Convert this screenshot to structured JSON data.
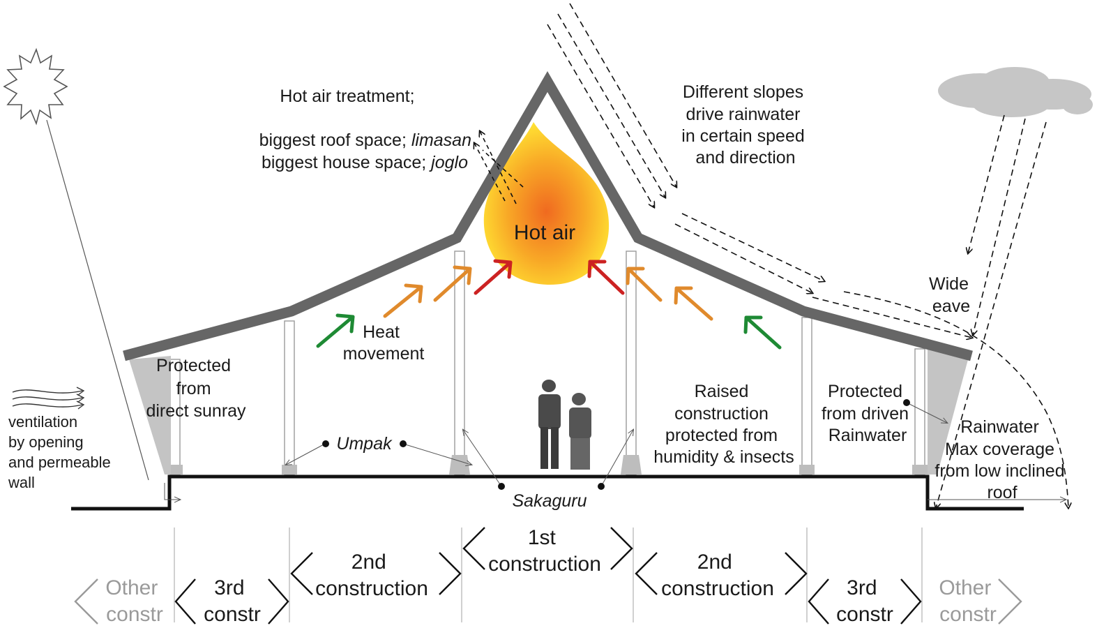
{
  "labels": {
    "hot_air_treatment": "Hot air treatment;",
    "roof_space_prefix": "biggest roof space; ",
    "roof_space_term": "limasan",
    "house_space_prefix": "biggest house space; ",
    "house_space_term": "joglo",
    "slopes_l1": "Different slopes",
    "slopes_l2": "drive rainwater",
    "slopes_l3": "in certain speed",
    "slopes_l4": "and direction",
    "hot_air": "Hot air",
    "heat_l1": "Heat",
    "heat_l2": "movement",
    "wide_eave_l1": "Wide",
    "wide_eave_l2": "eave",
    "protected_sun_l1": "Protected",
    "protected_sun_l2": "from",
    "protected_sun_l3": "direct sunray",
    "ventilation_l1": "ventilation",
    "ventilation_l2": "by opening",
    "ventilation_l3": "and permeable",
    "ventilation_l4": "wall",
    "umpak": "Umpak",
    "sakaguru": "Sakaguru",
    "raised_l1": "Raised",
    "raised_l2": "construction",
    "raised_l3": "protected from",
    "raised_l4": "humidity & insects",
    "protected_rain_l1": "Protected",
    "protected_rain_l2": "from driven",
    "protected_rain_l3": "Rainwater",
    "rainwater_l1": "Rainwater",
    "rainwater_l2": "Max coverage",
    "rainwater_l3": "from low inclined",
    "rainwater_l4": "roof"
  },
  "zones": {
    "other_left_l1": "Other",
    "other_left_l2": "constr",
    "third_left_l1": "3rd",
    "third_left_l2": "constr",
    "second_left_l1": "2nd",
    "second_left_l2": "construction",
    "first_l1": "1st",
    "first_l2": "construction",
    "second_right_l1": "2nd",
    "second_right_l2": "construction",
    "third_right_l1": "3rd",
    "third_right_l2": "constr",
    "other_right_l1": "Other",
    "other_right_l2": "constr"
  },
  "colors": {
    "roof": "#666666",
    "arrow_green": "#1e8a34",
    "arrow_orange": "#e08a2c",
    "arrow_red": "#cc2222",
    "hot_air_center": "#f06a20",
    "hot_air_edge": "#ffe133",
    "cloud": "#c9c9c9"
  },
  "icons": [
    "sun-icon",
    "cloud-icon",
    "wind-icon",
    "people-figure"
  ]
}
